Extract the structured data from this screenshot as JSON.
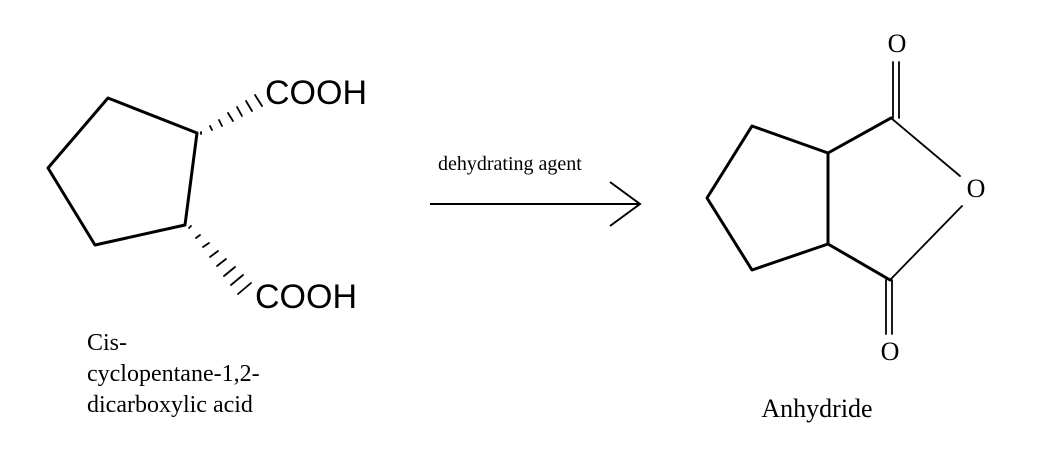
{
  "reactant": {
    "group_top": "COOH",
    "group_bottom": "COOH",
    "name_lines": [
      "Cis-",
      "cyclopentane-1,2-",
      "dicarboxylic acid"
    ]
  },
  "reaction": {
    "reagent": "dehydrating agent"
  },
  "product": {
    "oxygen_top": "O",
    "oxygen_ring": "O",
    "oxygen_bottom": "O",
    "name": "Anhydride"
  }
}
